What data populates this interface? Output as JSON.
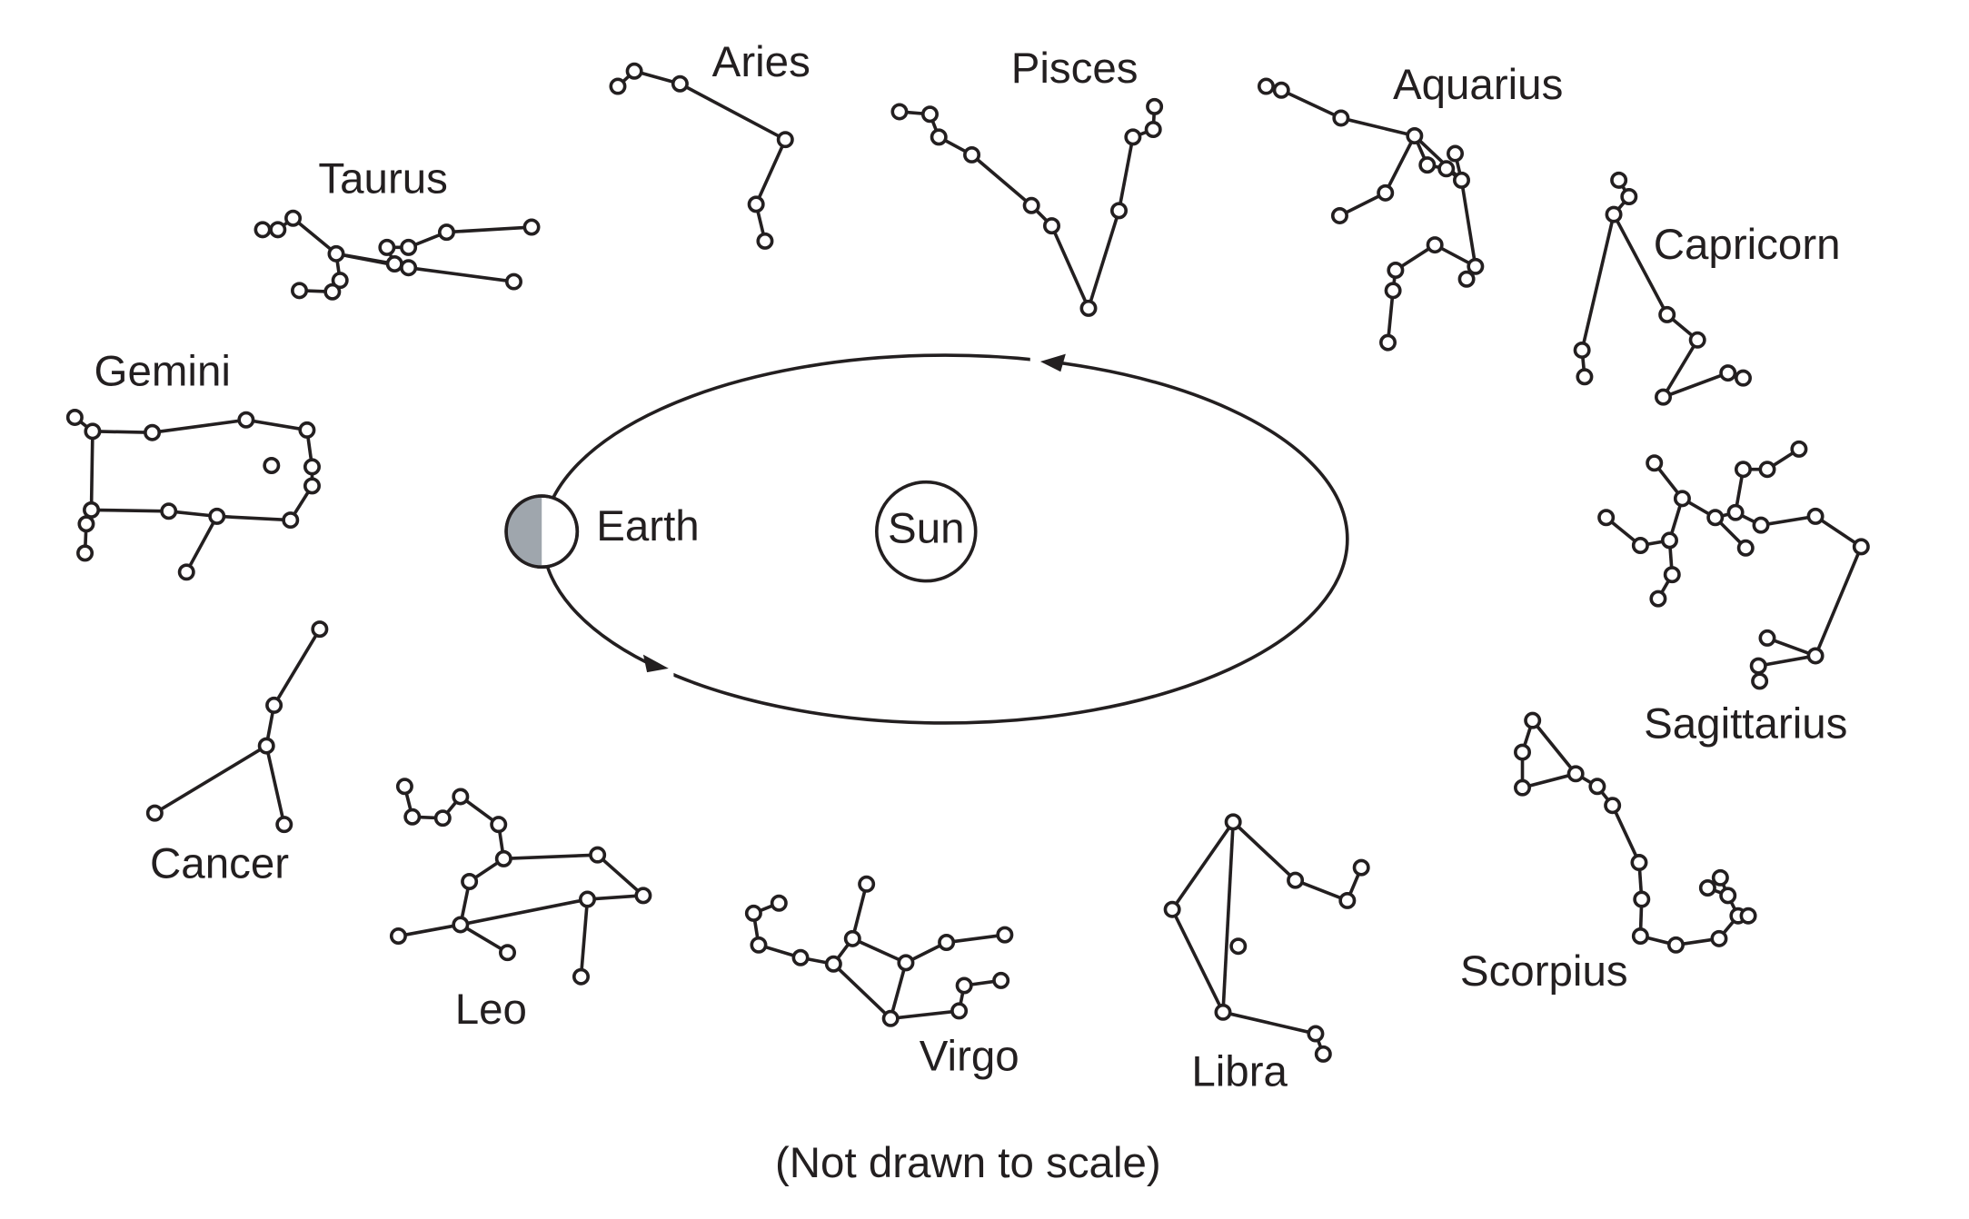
{
  "diagram": {
    "bodies": {
      "earth": "Earth",
      "sun": "Sun"
    },
    "note": "(Not drawn to scale)",
    "constellations": [
      {
        "id": "aries",
        "name": "Aries"
      },
      {
        "id": "pisces",
        "name": "Pisces"
      },
      {
        "id": "aquarius",
        "name": "Aquarius"
      },
      {
        "id": "capricorn",
        "name": "Capricorn"
      },
      {
        "id": "sagittarius",
        "name": "Sagittarius"
      },
      {
        "id": "scorpius",
        "name": "Scorpius"
      },
      {
        "id": "libra",
        "name": "Libra"
      },
      {
        "id": "virgo",
        "name": "Virgo"
      },
      {
        "id": "leo",
        "name": "Leo"
      },
      {
        "id": "cancer",
        "name": "Cancer"
      },
      {
        "id": "gemini",
        "name": "Gemini"
      },
      {
        "id": "taurus",
        "name": "Taurus"
      }
    ],
    "colors": {
      "ink": "#231f20",
      "earth_shade": "#9fa6ad"
    }
  }
}
